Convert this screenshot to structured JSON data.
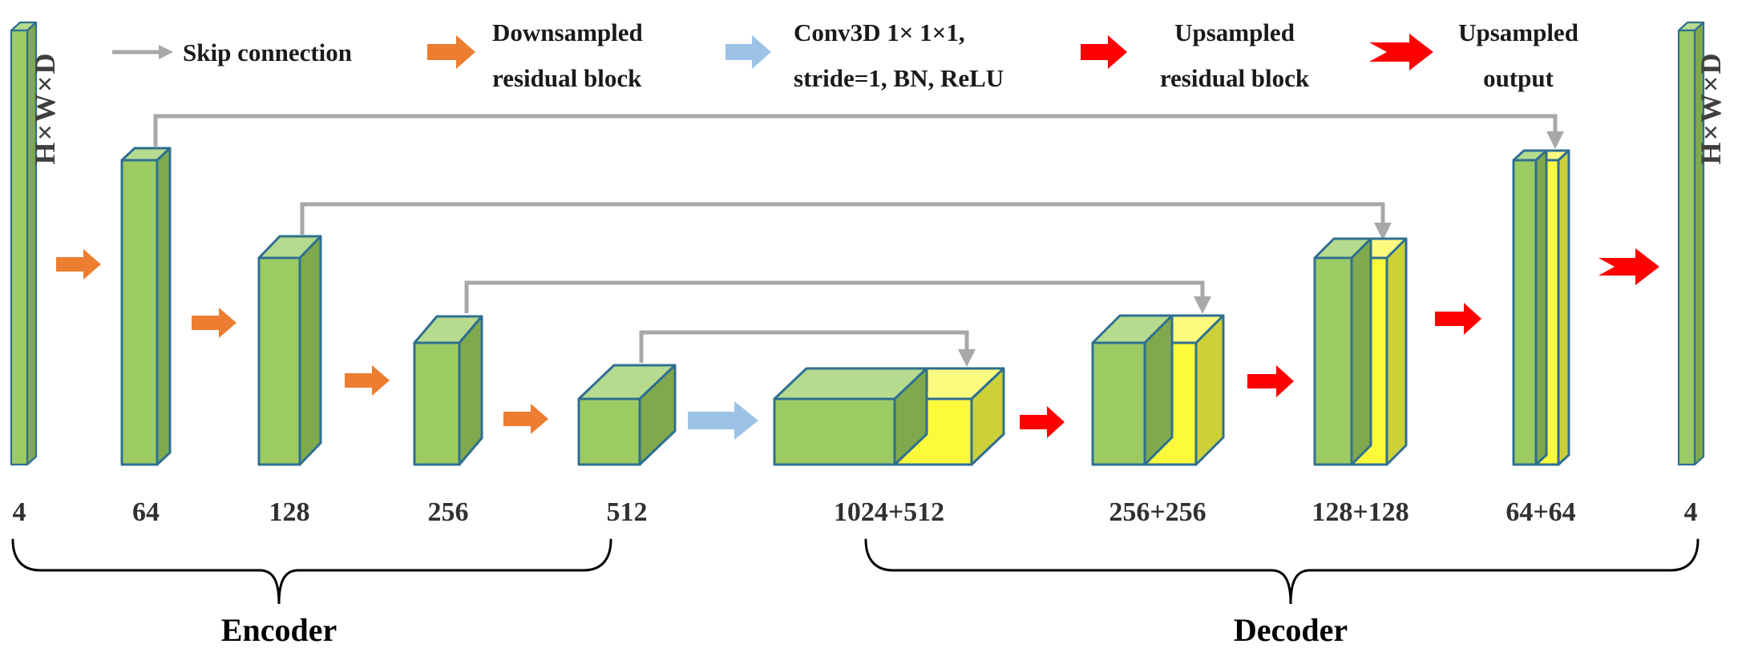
{
  "legend": {
    "skip_connection": {
      "label": "Skip connection"
    },
    "downsampled": {
      "line1": "Downsampled",
      "line2": "residual block"
    },
    "conv3d": {
      "line1": "Conv3D 1× 1×1,",
      "line2": "stride=1, BN, ReLU"
    },
    "upsampled_residual": {
      "line1": "Upsampled",
      "line2": "residual block"
    },
    "upsampled_output": {
      "line1": "Upsampled",
      "line2": "output"
    }
  },
  "input": {
    "dim_label": "H×W×D",
    "channels": "4"
  },
  "output": {
    "dim_label": "H×W×D",
    "channels": "4"
  },
  "encoder": {
    "label": "Encoder",
    "blocks": [
      {
        "channels": "64"
      },
      {
        "channels": "128"
      },
      {
        "channels": "256"
      },
      {
        "channels": "512"
      }
    ]
  },
  "bottleneck": {
    "channels": "1024+512"
  },
  "decoder": {
    "label": "Decoder",
    "blocks": [
      {
        "channels": "256+256"
      },
      {
        "channels": "128+128"
      },
      {
        "channels": "64+64"
      }
    ]
  },
  "colors": {
    "box_green_front": "#9CCB63",
    "box_green_top": "#B6DB8E",
    "box_green_side": "#7FA94C",
    "box_yellow_front": "#FBFB3B",
    "box_yellow_top": "#FBFB80",
    "box_yellow_side": "#CCD13A",
    "box_outline": "#2F6F92",
    "arrow_orange": "#EC7D31",
    "arrow_blue": "#9CC3E5",
    "arrow_red": "#FF0000",
    "skip_gray": "#A8A8A8",
    "text_dark": "#1A1A1A"
  }
}
